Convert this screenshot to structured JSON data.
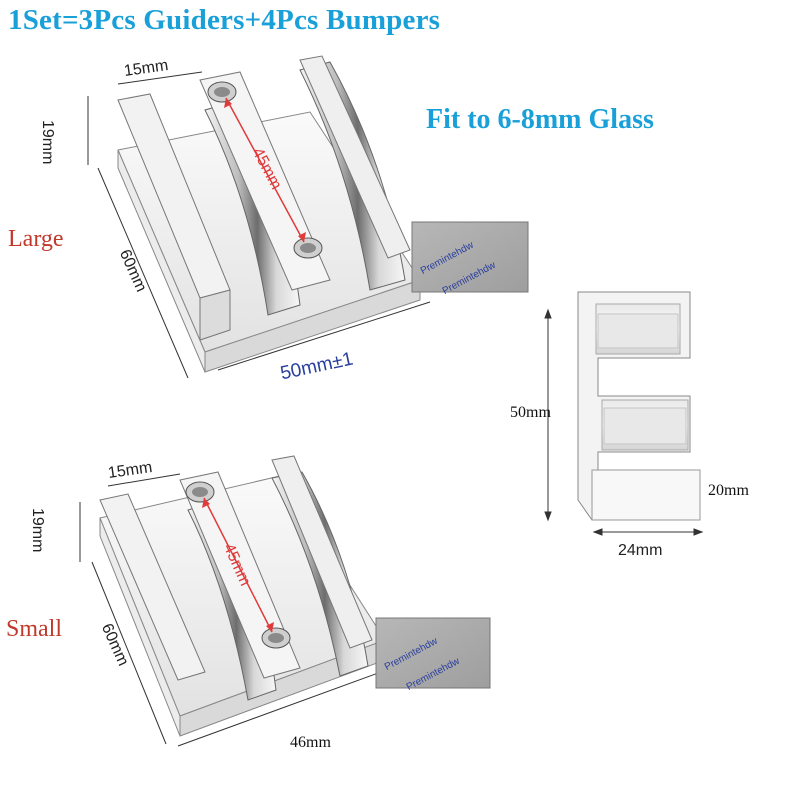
{
  "header": {
    "title": "1Set=3Pcs Guiders+4Pcs Bumpers",
    "fit_note": "Fit to 6-8mm Glass"
  },
  "colors": {
    "heading": "#1aa0d8",
    "size_label": "#c0392b",
    "dimension_text": "#222222",
    "blue_dimension": "#2a3f9e",
    "measure_arrow": "#e03a3a"
  },
  "large_guider": {
    "label": "Large",
    "width_top": "15mm",
    "height": "19mm",
    "length": "60mm",
    "hole_spacing": "45mm",
    "width": "50mm±1",
    "tape_text": "Premintehdw"
  },
  "small_guider": {
    "label": "Small",
    "width_top": "15mm",
    "height": "19mm",
    "length": "60mm",
    "hole_spacing": "45mm",
    "width": "46mm",
    "tape_text": "Premintehdw"
  },
  "bumper": {
    "height": "50mm",
    "depth": "20mm",
    "width": "24mm"
  }
}
